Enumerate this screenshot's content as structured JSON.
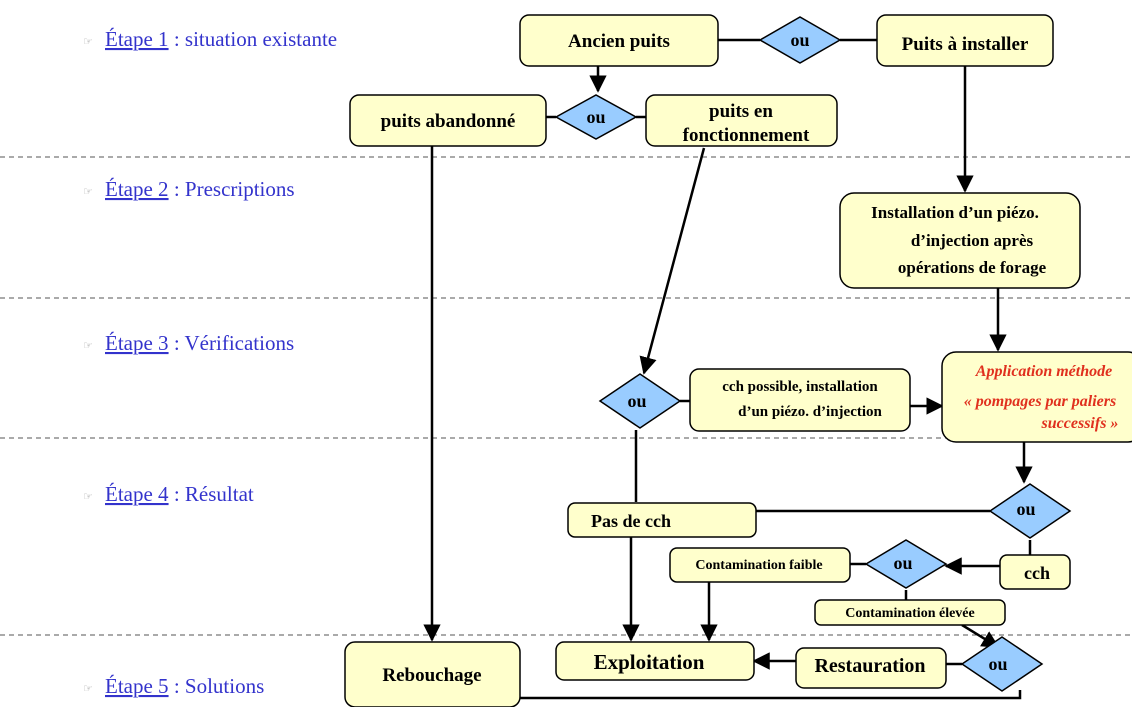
{
  "steps": [
    {
      "link": "Étape 1",
      "rest": " : situation existante"
    },
    {
      "link": "Étape 2",
      "rest": " : Prescriptions"
    },
    {
      "link": "Étape 3",
      "rest": " : Vérifications"
    },
    {
      "link": "Étape 4",
      "rest": " : Résultat"
    },
    {
      "link": "Étape 5",
      "rest": " : Solutions"
    }
  ],
  "bullet_icon": "pointing-hand-icon",
  "colors": {
    "box_fill": "#ffffcc",
    "diamond_fill": "#99ccff",
    "step_text": "#3333cc",
    "highlight_text": "#e0301e"
  },
  "nodes": {
    "ancien_puits": "Ancien puits",
    "ou_top": "ou",
    "puits_installer": "Puits à installer",
    "puits_abandonne": "puits abandonné",
    "ou_2": "ou",
    "puits_fonct_1": "puits en",
    "puits_fonct_2": "fonctionnement",
    "installation_1": "Installation d’un piézo.",
    "installation_2": "d’injection après",
    "installation_3": "opérations de forage",
    "ou_3": "ou",
    "cch_possible_1": "cch possible, installation",
    "cch_possible_2": "d’un piézo. d’injection",
    "methode_1": "Application méthode",
    "methode_2": "« pompages par paliers",
    "methode_3": "successifs »",
    "pas_de_cch": "Pas de cch",
    "ou_4": "ou",
    "cch": "cch",
    "contamination_faible": "Contamination faible",
    "ou_5": "ou",
    "contamination_elevee": "Contamination élevée",
    "rebouchage": "Rebouchage",
    "exploitation": "Exploitation",
    "restauration": "Restauration",
    "ou_6": "ou"
  }
}
